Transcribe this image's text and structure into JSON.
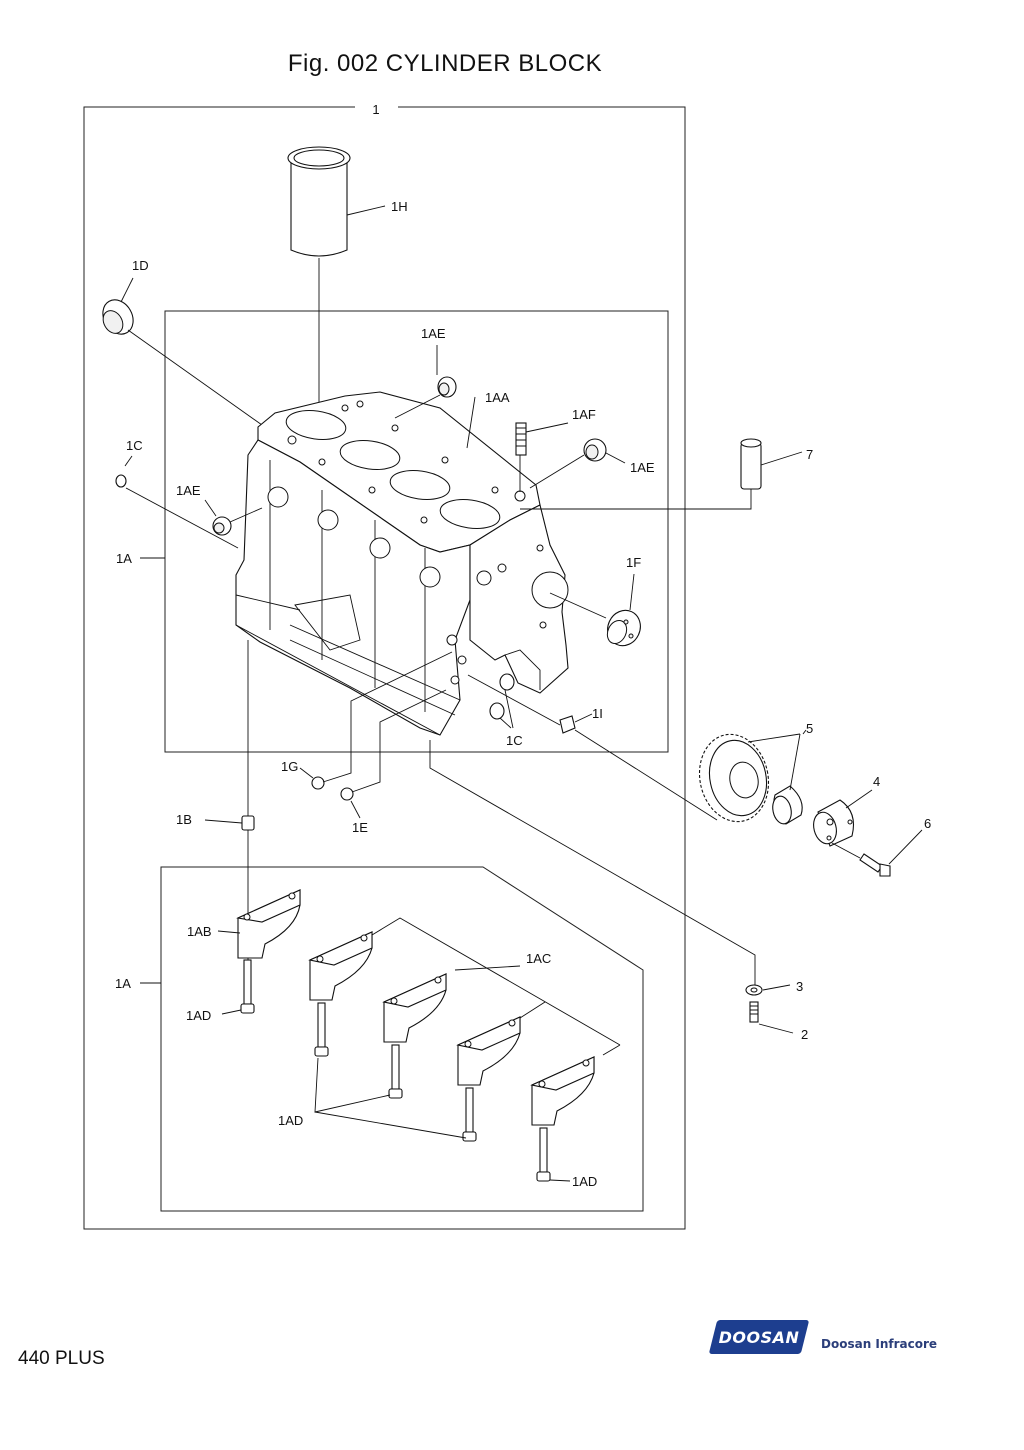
{
  "figure": {
    "title": "Fig. 002 CYLINDER BLOCK"
  },
  "callouts": {
    "c1": "1",
    "c1H": "1H",
    "c1D": "1D",
    "c1AE_top": "1AE",
    "c1AA": "1AA",
    "c1AF": "1AF",
    "c1AE_right": "1AE",
    "c7": "7",
    "c1C_left": "1C",
    "c1AE_left": "1AE",
    "c1A_upper": "1A",
    "c1F": "1F",
    "c1I": "1I",
    "c1C_lower": "1C",
    "c5": "5",
    "c4": "4",
    "c6": "6",
    "c1G": "1G",
    "c1E": "1E",
    "c1B": "1B",
    "c1AB": "1AB",
    "c1AC": "1AC",
    "c1A_lower": "1A",
    "c3": "3",
    "c2": "2",
    "c1AD_left": "1AD",
    "c1AD_mid": "1AD",
    "c1AD_right": "1AD"
  },
  "footer": {
    "model": "440 PLUS",
    "logo_text": "DOOSAN",
    "brand_name": "Doosan Infracore"
  }
}
